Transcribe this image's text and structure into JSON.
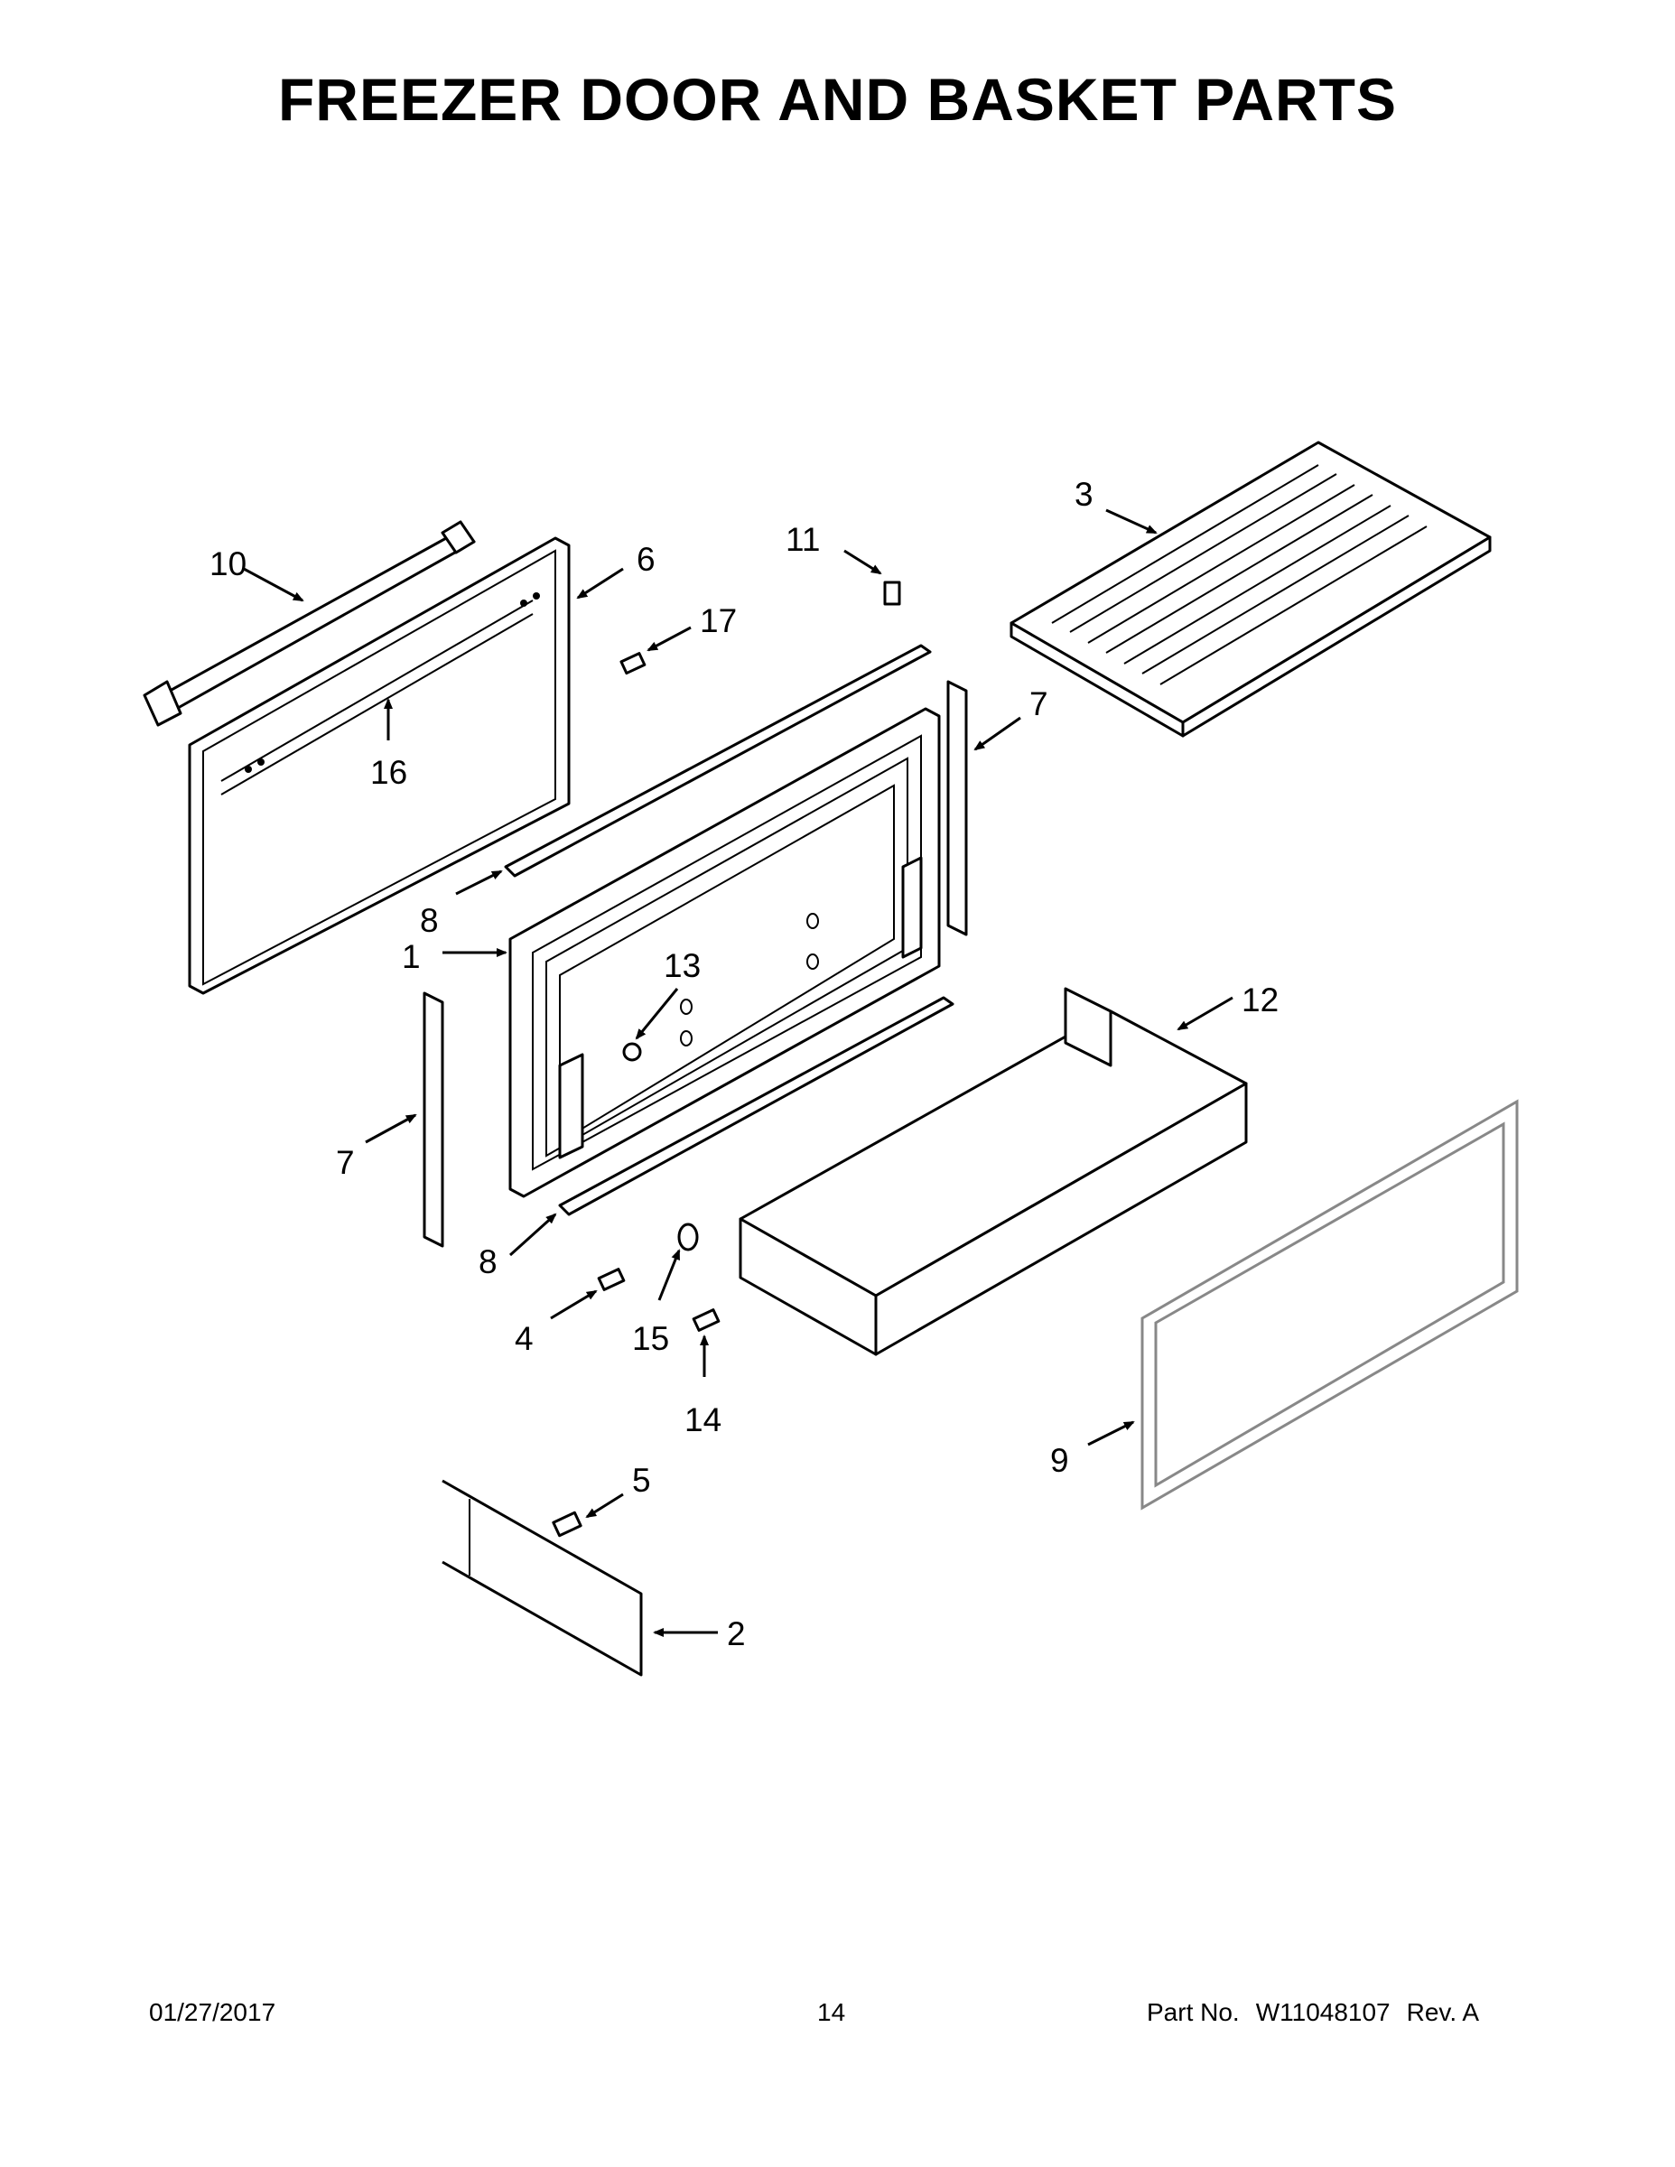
{
  "title": "FREEZER DOOR AND BASKET PARTS",
  "callouts": [
    "10",
    "6",
    "17",
    "16",
    "11",
    "3",
    "7",
    "8",
    "1",
    "13",
    "12",
    "7",
    "8",
    "4",
    "15",
    "14",
    "5",
    "9",
    "2"
  ],
  "footer": {
    "date": "01/27/2017",
    "page": "14",
    "part_label": "Part No.",
    "part_no": "W11048107",
    "rev": "Rev. A"
  }
}
